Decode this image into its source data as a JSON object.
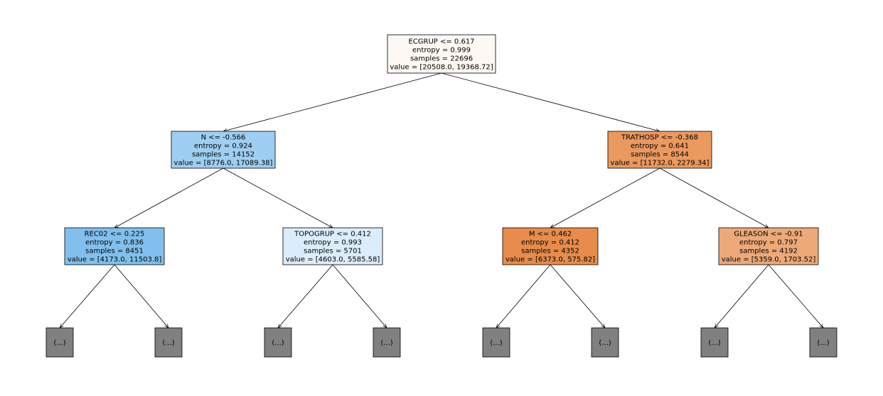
{
  "tree": {
    "nodes": [
      {
        "id": "root",
        "lines": [
          "ECGRUP <= 0.617",
          "entropy = 0.999",
          "samples = 22696",
          "value = [20508.0, 19368.72]"
        ],
        "fill": "#fdf8f4"
      },
      {
        "id": "l",
        "lines": [
          "N <= -0.566",
          "entropy = 0.924",
          "samples = 14152",
          "value = [8776.0, 17089.38]"
        ],
        "fill": "#9ecff2"
      },
      {
        "id": "r",
        "lines": [
          "TRATHOSP <= -0.368",
          "entropy = 0.641",
          "samples = 8544",
          "value = [11732.0, 2279.34]"
        ],
        "fill": "#ea995f"
      },
      {
        "id": "ll",
        "lines": [
          "REC02 <= 0.225",
          "entropy = 0.836",
          "samples = 8451",
          "value = [4173.0, 11503.8]"
        ],
        "fill": "#81c0ee"
      },
      {
        "id": "lr",
        "lines": [
          "TOPOGRUP <= 0.412",
          "entropy = 0.993",
          "samples = 5701",
          "value = [4603.0, 5585.58]"
        ],
        "fill": "#dbedfa"
      },
      {
        "id": "rl",
        "lines": [
          "M <= 0.462",
          "entropy = 0.412",
          "samples = 4352",
          "value = [6373.0, 575.82]"
        ],
        "fill": "#e78c4b"
      },
      {
        "id": "rr",
        "lines": [
          "GLEASON <= -0.91",
          "entropy = 0.797",
          "samples = 4192",
          "value = [5359.0, 1703.52]"
        ],
        "fill": "#eda978"
      },
      {
        "id": "lll",
        "lines": [
          "(...)"
        ],
        "fill": "#808080"
      },
      {
        "id": "llr",
        "lines": [
          "(...)"
        ],
        "fill": "#808080"
      },
      {
        "id": "lrl",
        "lines": [
          "(...)"
        ],
        "fill": "#808080"
      },
      {
        "id": "lrr",
        "lines": [
          "(...)"
        ],
        "fill": "#808080"
      },
      {
        "id": "rll",
        "lines": [
          "(...)"
        ],
        "fill": "#808080"
      },
      {
        "id": "rlr",
        "lines": [
          "(...)"
        ],
        "fill": "#808080"
      },
      {
        "id": "rrl",
        "lines": [
          "(...)"
        ],
        "fill": "#808080"
      },
      {
        "id": "rrr",
        "lines": [
          "(...)"
        ],
        "fill": "#808080"
      }
    ],
    "edges": [
      [
        "root",
        "l"
      ],
      [
        "root",
        "r"
      ],
      [
        "l",
        "ll"
      ],
      [
        "l",
        "lr"
      ],
      [
        "r",
        "rl"
      ],
      [
        "r",
        "rr"
      ],
      [
        "ll",
        "lll"
      ],
      [
        "ll",
        "llr"
      ],
      [
        "lr",
        "lrl"
      ],
      [
        "lr",
        "lrr"
      ],
      [
        "rl",
        "rll"
      ],
      [
        "rl",
        "rlr"
      ],
      [
        "rr",
        "rrl"
      ],
      [
        "rr",
        "rrr"
      ]
    ]
  }
}
